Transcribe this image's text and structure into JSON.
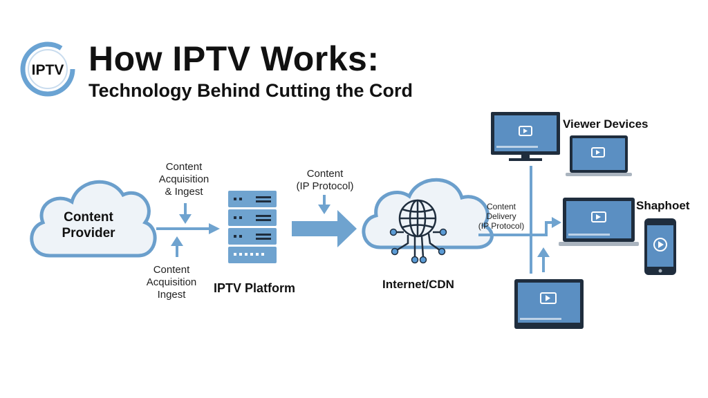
{
  "header": {
    "logo_text": "IPTV",
    "title": "How IPTV Works:",
    "subtitle": "Technology Behind Cutting the Cord"
  },
  "nodes": {
    "content_provider": "Content\nProvider",
    "iptv_platform": "IPTV Platform",
    "internet_cdn": "Internet/CDN",
    "viewer_devices": "Viewer Devices",
    "smartphone": "Shaphoet"
  },
  "edges": {
    "ingest_top": "Content\nAcquisition\n& Ingest",
    "ingest_bottom": "Content\nAcquisition\nIngest",
    "ip_protocol": "Content\n(IP Protocol)",
    "delivery": "Content\nDelivery\n(IP Protocol)"
  },
  "colors": {
    "accent": "#5b9bd5",
    "cloud_fill": "#eef3f8",
    "cloud_stroke": "#6b9fcc",
    "server_fill": "#6fa3cf",
    "dark": "#1f2d3d",
    "screen": "#5b8fc2"
  },
  "icons": [
    "iptv-logo-icon",
    "cloud-icon",
    "server-icon",
    "globe-network-icon",
    "tv-icon",
    "laptop-icon",
    "monitor-icon",
    "smartphone-icon",
    "play-icon"
  ]
}
